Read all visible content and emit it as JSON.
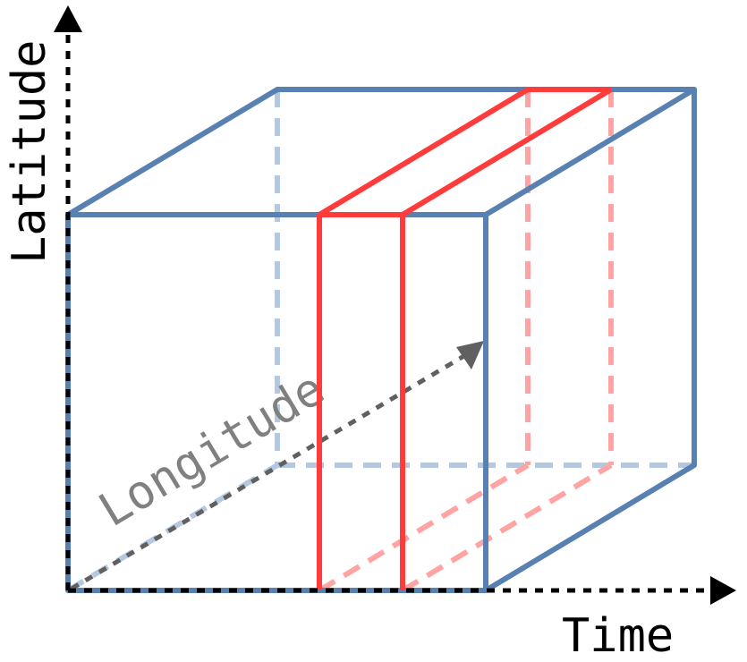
{
  "diagram": {
    "axes": {
      "time_label": "Time",
      "latitude_label": "Latitude",
      "longitude_label": "Longitude"
    },
    "colors": {
      "cube_edge": "#5880b0",
      "cube_hidden_edge": "#b4c8e0",
      "slice_edge": "#ff3b3b",
      "slice_hidden_edge": "#ffa3a3",
      "axis": "#000000",
      "longitude_axis": "#606060",
      "longitude_text": "#808080"
    }
  }
}
